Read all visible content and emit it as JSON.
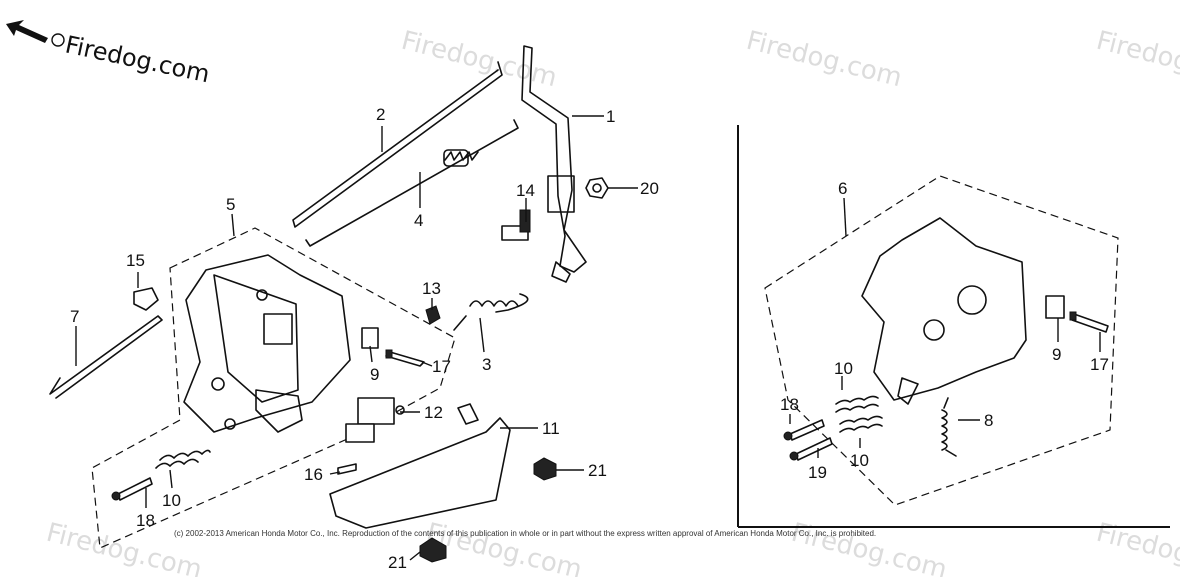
{
  "brand": {
    "text": "Firedog.com"
  },
  "watermark": {
    "text": "Firedog.com"
  },
  "copyright": {
    "text": "(c) 2002-2013 American Honda Motor Co., Inc. Reproduction of the contents of this publication in whole or in part without the express written approval of American Honda Motor Co., Inc. is prohibited."
  },
  "callouts": {
    "c1": "1",
    "c2": "2",
    "c3": "3",
    "c4": "4",
    "c5": "5",
    "c6": "6",
    "c7": "7",
    "c8": "8",
    "c9a": "9",
    "c9b": "9",
    "c10a": "10",
    "c10b": "10",
    "c10c": "10",
    "c11": "11",
    "c12": "12",
    "c13": "13",
    "c14": "14",
    "c15": "15",
    "c16": "16",
    "c17a": "17",
    "c17b": "17",
    "c18a": "18",
    "c18b": "18",
    "c19": "19",
    "c20": "20",
    "c21a": "21",
    "c21b": "21"
  },
  "colors": {
    "ink": "#111111",
    "watermark": "#dcdcdc",
    "background": "#ffffff"
  }
}
